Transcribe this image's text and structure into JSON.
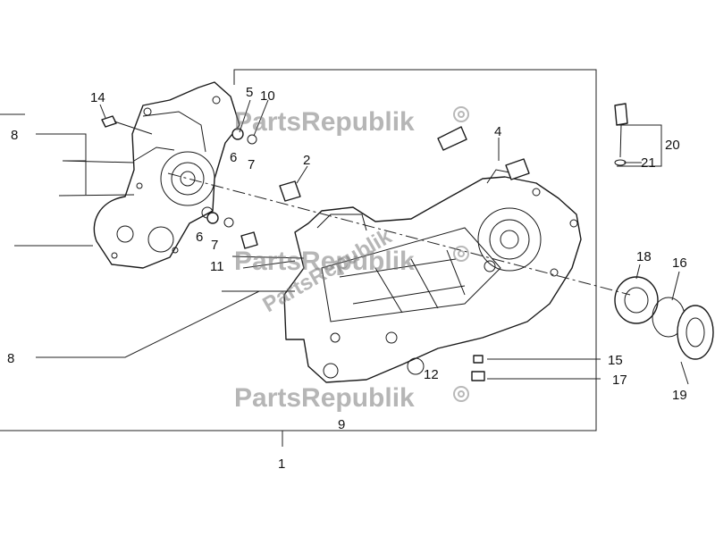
{
  "diagram": {
    "callouts": [
      {
        "id": "c1",
        "text": "1"
      },
      {
        "id": "c2",
        "text": "2"
      },
      {
        "id": "c4",
        "text": "4"
      },
      {
        "id": "c5",
        "text": "5"
      },
      {
        "id": "c6a",
        "text": "6"
      },
      {
        "id": "c6b",
        "text": "6"
      },
      {
        "id": "c7a",
        "text": "7"
      },
      {
        "id": "c7b",
        "text": "7"
      },
      {
        "id": "c8a",
        "text": "8"
      },
      {
        "id": "c8b",
        "text": "8"
      },
      {
        "id": "c9",
        "text": "9"
      },
      {
        "id": "c10",
        "text": "10"
      },
      {
        "id": "c11",
        "text": "11"
      },
      {
        "id": "c12",
        "text": "12"
      },
      {
        "id": "c14",
        "text": "14"
      },
      {
        "id": "c15",
        "text": "15"
      },
      {
        "id": "c16",
        "text": "16"
      },
      {
        "id": "c17",
        "text": "17"
      },
      {
        "id": "c18",
        "text": "18"
      },
      {
        "id": "c19",
        "text": "19"
      },
      {
        "id": "c20",
        "text": "20"
      },
      {
        "id": "c21",
        "text": "21"
      }
    ],
    "watermark": {
      "text": "PartsRepublik"
    }
  }
}
